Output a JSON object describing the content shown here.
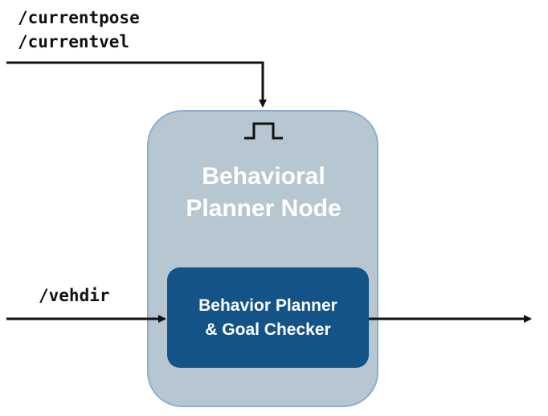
{
  "topics": {
    "currentpose": "/currentpose",
    "currentvel": "/currentvel",
    "vehdir": "/vehdir"
  },
  "node": {
    "title_line1": "Behavioral",
    "title_line2": "Planner Node"
  },
  "subsystem": {
    "label_line1": "Behavior Planner",
    "label_line2": "& Goal Checker"
  },
  "colors": {
    "node_fill": "#b7c7d2",
    "node_border": "#8eadd0",
    "subsystem_fill": "#135387",
    "wire": "#111111"
  },
  "icons": {
    "trigger": "pulse-trigger-icon"
  }
}
